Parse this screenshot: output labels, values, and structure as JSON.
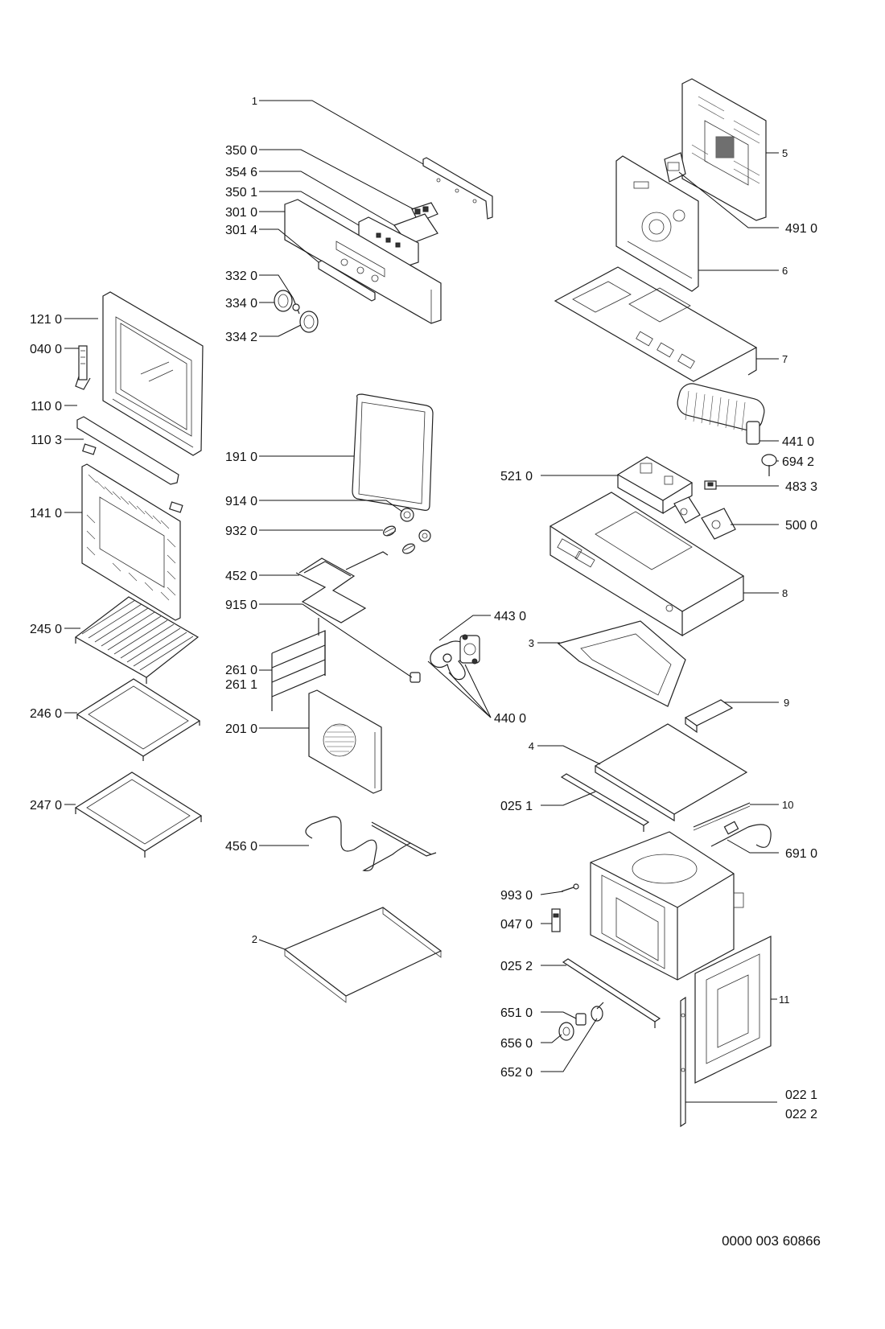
{
  "diagram": {
    "footer_code": "0000 003 60866",
    "callouts_left": [
      "121 0",
      "040 0",
      "110 0",
      "110 3",
      "141 0",
      "245 0",
      "246 0",
      "247 0"
    ],
    "callouts_middle": [
      "1",
      "350 0",
      "354 6",
      "350 1",
      "301 0",
      "301 4",
      "332 0",
      "334 0",
      "334 2",
      "191 0",
      "914 0",
      "932 0",
      "452 0",
      "915 0",
      "261 0",
      "261 1",
      "201 0",
      "456 0",
      "2",
      "443 0",
      "440 0"
    ],
    "callouts_right": [
      "5",
      "491 0",
      "6",
      "7",
      "441 0",
      "694 2",
      "521 0",
      "483 3",
      "500 0",
      "8",
      "3",
      "9",
      "4",
      "025 1",
      "10",
      "691 0",
      "993 0",
      "047 0",
      "025 2",
      "651 0",
      "656 0",
      "652 0",
      "11",
      "022 1",
      "022 2"
    ]
  }
}
